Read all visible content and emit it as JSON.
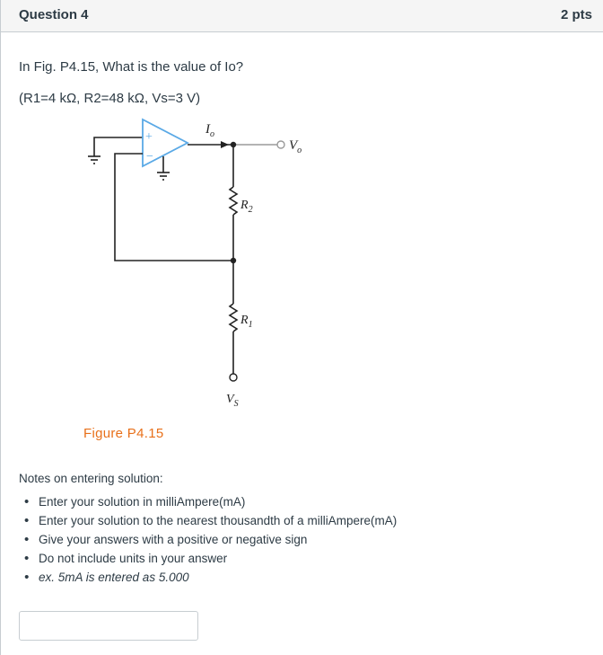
{
  "question": {
    "title": "Question 4",
    "points": "2 pts"
  },
  "prompt": "In Fig. P4.15, What is the value of Io?",
  "given": "(R1=4 kΩ, R2=48 kΩ, Vs=3 V)",
  "figure": {
    "caption": "Figure P4.15",
    "labels": {
      "io": "I",
      "io_sub": "o",
      "vo": "V",
      "vo_sub": "o",
      "r2": "R",
      "r2_sub": "2",
      "r1": "R",
      "r1_sub": "1",
      "vs": "V",
      "vs_sub": "S",
      "plus": "+",
      "minus": "−"
    },
    "colors": {
      "opamp": "#5aa9e6",
      "wire": "#222222",
      "caption": "#e8701a"
    }
  },
  "notes": {
    "title": "Notes on entering solution:",
    "items": [
      "Enter your solution in milliAmpere(mA)",
      "Enter your solution to the nearest thousandth of a milliAmpere(mA)",
      "Give your answers with a positive or negative sign",
      "Do not include units in your answer",
      "ex. 5mA is entered as 5.000"
    ]
  },
  "answer": {
    "value": "",
    "placeholder": ""
  }
}
